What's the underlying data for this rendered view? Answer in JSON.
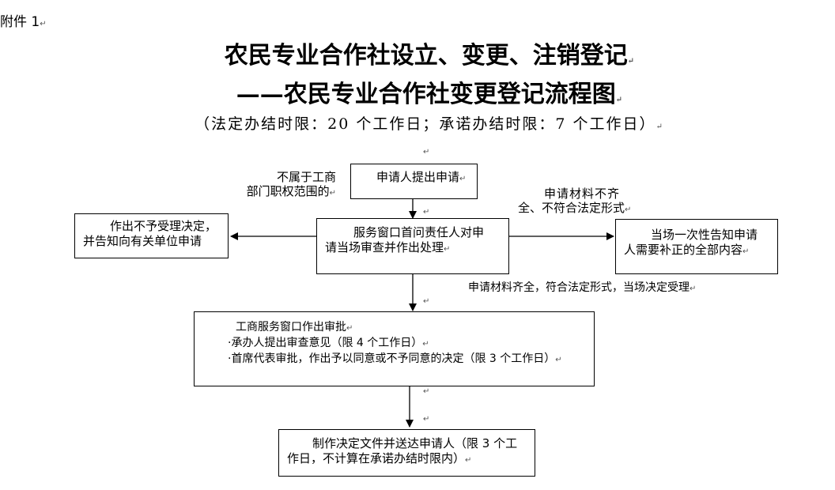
{
  "attachment": "附件 1",
  "title_line1": "农民专业合作社设立、变更、注销登记",
  "title_line2": "——农民专业合作社变更登记流程图",
  "time_limits": "（法定办结时限：20 个工作日；承诺办结时限：7 个工作日）",
  "nodes": {
    "apply": "申请人提出申请",
    "review_line1": "服务窗口首问责任人对申",
    "review_line2": "请当场审查并作出处理",
    "reject_line1": "作出不予受理决定，",
    "reject_line2": "并告知向有关单位申请",
    "notify_line1": "当场一次性告知申请",
    "notify_line2": "人需要补正的全部内容",
    "approve_title": "工商服务窗口作出审批",
    "approve_item1": "·承办人提出审查意见（限 4 个工作日）",
    "approve_item2": "·首席代表审批，作出予以同意或不予同意的决定（限 3 个工作日）",
    "deliver_line1": "制作决定文件并送达申请人（限 3 个工",
    "deliver_line2": "作日，不计算在承诺办结时限内）"
  },
  "labels": {
    "out_of_scope_line1": "不属于工商",
    "out_of_scope_line2": "部门职权范围的",
    "incomplete_line1": "申请材料不齐",
    "incomplete_line2": "全、不符合法定形式",
    "accepted": "申请材料齐全，符合法定形式，当场决定受理"
  },
  "para_mark": "↵"
}
